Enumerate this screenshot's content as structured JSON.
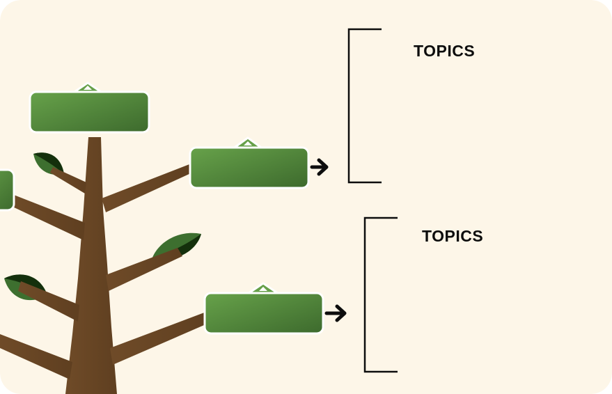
{
  "colors": {
    "background": "#fdf6e8",
    "trunk": "#6b4826",
    "label_box_light": "#66a049",
    "label_box_dark": "#3f6a2e",
    "leaf_dark": "#14300c",
    "leaf_mid": "#2f5b24",
    "leaf_light": "#4f8a3a",
    "bracket": "#0d0d0d",
    "text": "#0d0d0d"
  },
  "topic_groups": [
    {
      "title": "TOPICS"
    },
    {
      "title": "TOPICS"
    }
  ],
  "label_boxes": [
    {
      "text": ""
    },
    {
      "text": ""
    },
    {
      "text": ""
    },
    {
      "text": ""
    }
  ],
  "arrows": [
    {
      "glyph": "arrow-right"
    },
    {
      "glyph": "arrow-right"
    }
  ]
}
